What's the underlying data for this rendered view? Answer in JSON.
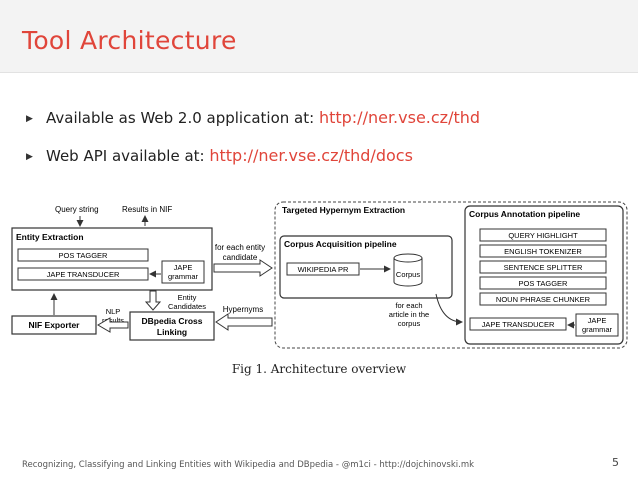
{
  "slide": {
    "title": "Tool Architecture",
    "bullets": [
      {
        "text": "Available as Web 2.0 application at: ",
        "link": "http://ner.vse.cz/thd"
      },
      {
        "text": "Web API available at: ",
        "link": "http://ner.vse.cz/thd/docs"
      }
    ],
    "caption": "Fig 1. Architecture overview",
    "footer": "Recognizing, Classifying and Linking Entities with Wikipedia and DBpedia - @m1ci - http://dojchinovski.mk",
    "page_number": "5"
  },
  "diagram": {
    "query_string": "Query string",
    "results_in_nif": "Results in NIF",
    "entity_extraction": "Entity Extraction",
    "pos_tagger": "POS TAGGER",
    "jape_transducer": "JAPE TRANSDUCER",
    "jape_grammar": [
      "JAPE",
      "grammar"
    ],
    "for_each_entity": [
      "for each entity",
      "candidate"
    ],
    "entity_candidates": [
      "Entity",
      "Candidates"
    ],
    "hypernyms": "Hypernyms",
    "nlp_results": [
      "NLP",
      "results"
    ],
    "nif_exporter": "NIF Exporter",
    "dbpedia_linking": [
      "DBpedia Cross",
      "Linking"
    ],
    "targeted_hypernym_extraction": "Targeted Hypernym Extraction",
    "corpus_acquisition_pipeline": "Corpus Acquisition pipeline",
    "wikipedia_pr": "WIKIPEDIA PR",
    "corpus": "Corpus",
    "for_each_article": [
      "for each",
      "article in the",
      "corpus"
    ],
    "corpus_annotation_pipeline": "Corpus Annotation pipeline",
    "annotation_steps": [
      "QUERY HIGHLIGHT",
      "ENGLISH TOKENIZER",
      "SENTENCE SPLITTER",
      "POS TAGGER",
      "NOUN PHRASE CHUNKER"
    ],
    "jape_transducer_2": "JAPE TRANSDUCER",
    "jape_grammar_2": [
      "JAPE",
      "grammar"
    ]
  },
  "colors": {
    "accent": "#e0453a",
    "header_bg": "#f3f3f3",
    "diagram_stroke": "#333333"
  }
}
